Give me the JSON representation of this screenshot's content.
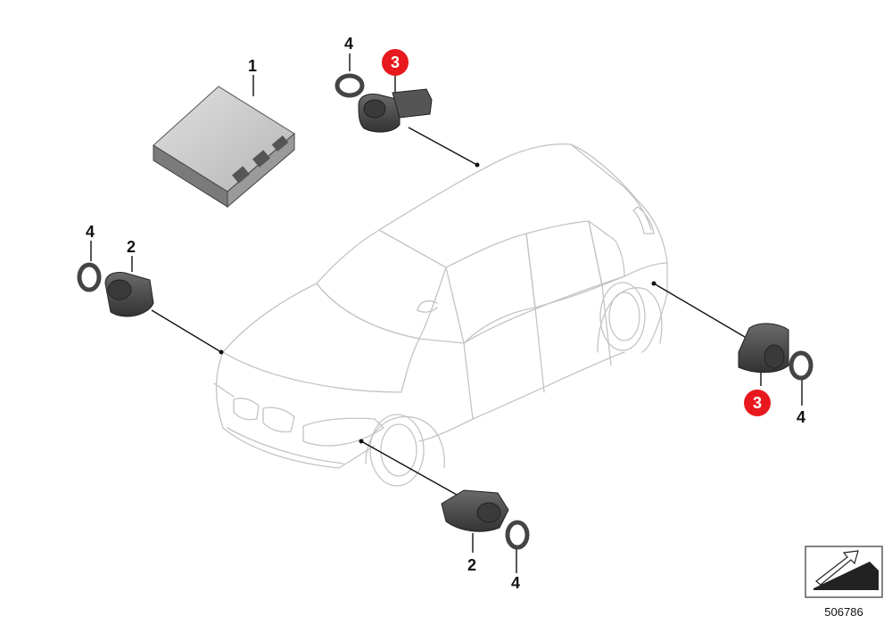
{
  "callouts": {
    "control_unit": "1",
    "front_left_sensor": "2",
    "front_left_ring": "4",
    "rear_top_sensor": "3",
    "rear_top_ring": "4",
    "rear_right_sensor": "3",
    "rear_right_ring": "4",
    "front_bottom_sensor": "2",
    "front_bottom_ring": "4"
  },
  "colors": {
    "highlight": "#e8191e",
    "part_dark": "#4a4a4a",
    "car_outline": "#c4c4c4"
  },
  "reference_number": "506786"
}
